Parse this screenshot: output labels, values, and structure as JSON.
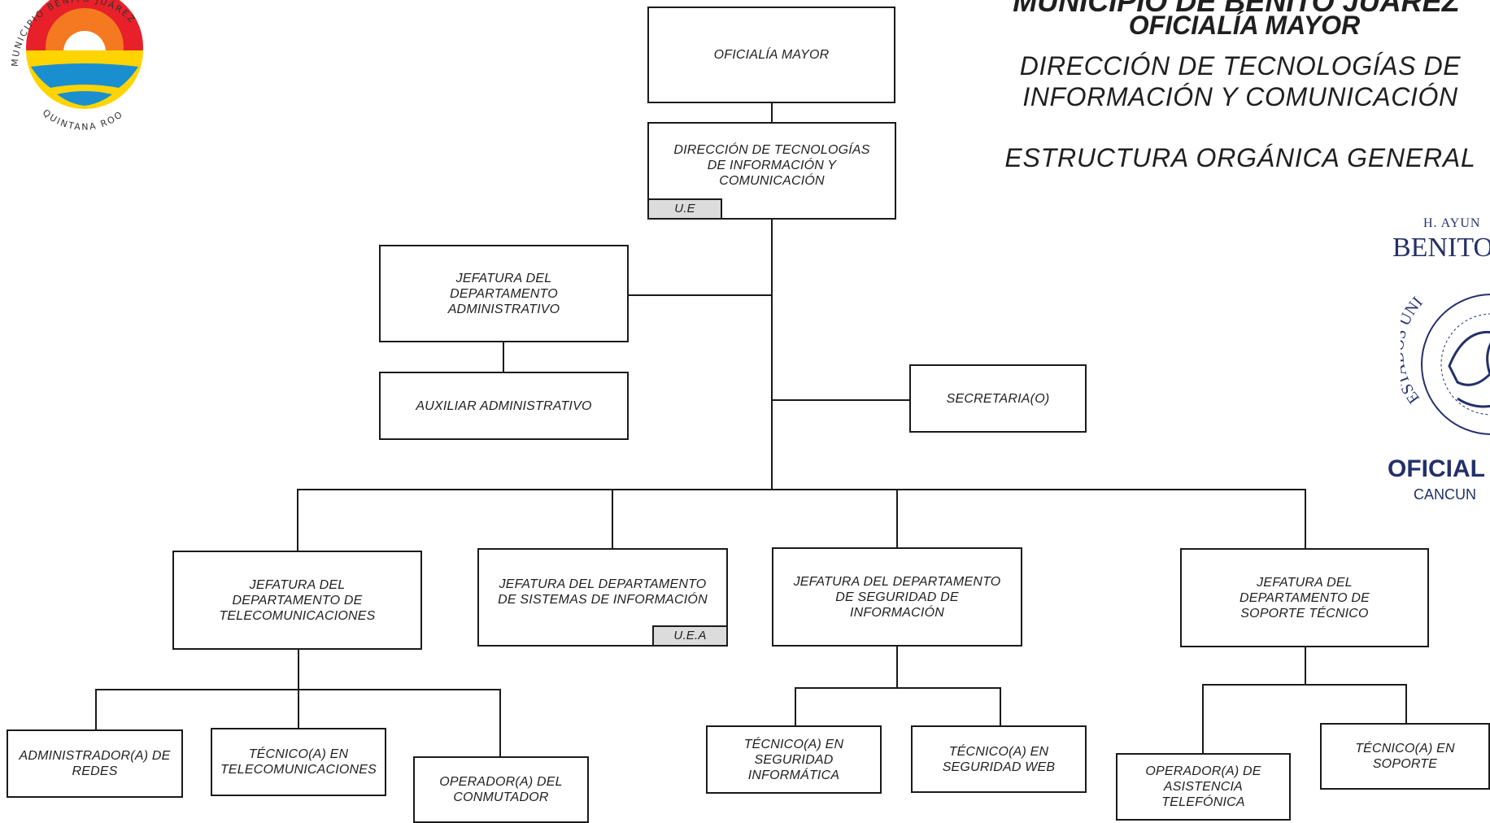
{
  "header": {
    "municipality": "MUNICIPIO DE BENITO JUÁREZ",
    "office": "OFICIALÍA MAYOR",
    "direction_line1": "DIRECCIÓN DE TECNOLOGÍAS DE",
    "direction_line2": "INFORMACIÓN Y COMUNICACIÓN",
    "structure": "ESTRUCTURA ORGÁNICA GENERAL"
  },
  "logo": {
    "text_top": "MUNICIPIO BENITO JUÁREZ",
    "text_bottom": "QUINTANA ROO",
    "colors": {
      "red": "#e8202a",
      "orange": "#f47920",
      "yellow": "#ffd400",
      "blue": "#1a8fd0"
    }
  },
  "seal": {
    "line1": "H. AYUN",
    "line2": "BENITO",
    "ring_text": "ESTADOS UNI",
    "line3": "OFICIAL",
    "line4": "CANCUN",
    "color": "#24306a"
  },
  "org": {
    "oficialia_mayor": "OFICIALÍA MAYOR",
    "direccion": "DIRECCIÓN DE TECNOLOGÍAS DE INFORMACIÓN Y COMUNICACIÓN",
    "direccion_tag": "U.E",
    "jefatura_administrativo": "JEFATURA DEL DEPARTAMENTO ADMINISTRATIVO",
    "auxiliar_administrativo": "AUXILIAR ADMINISTRATIVO",
    "secretaria": "SECRETARIA(O)",
    "jefatura_telecom": "JEFATURA DEL DEPARTAMENTO DE TELECOMUNICACIONES",
    "jefatura_sistemas": "JEFATURA DEL DEPARTAMENTO DE SISTEMAS DE INFORMACIÓN",
    "jefatura_sistemas_tag": "U.E.A",
    "jefatura_seguridad": "JEFATURA DEL DEPARTAMENTO DE SEGURIDAD DE INFORMACIÓN",
    "jefatura_soporte": "JEFATURA DEL DEPARTAMENTO DE SOPORTE TÉCNICO",
    "administrador_redes": "ADMINISTRADOR(A) DE REDES",
    "tecnico_telecom": "TÉCNICO(A) EN TELECOMUNICACIONES",
    "operador_conmutador": "OPERADOR(A) DEL CONMUTADOR",
    "tecnico_seg_informatica": "TÉCNICO(A) EN SEGURIDAD INFORMÁTICA",
    "tecnico_seg_web": "TÉCNICO(A) EN SEGURIDAD WEB",
    "operador_asistencia": "OPERADOR(A) DE ASISTENCIA TELEFÓNICA",
    "tecnico_soporte": "TÉCNICO(A) EN SOPORTE"
  }
}
